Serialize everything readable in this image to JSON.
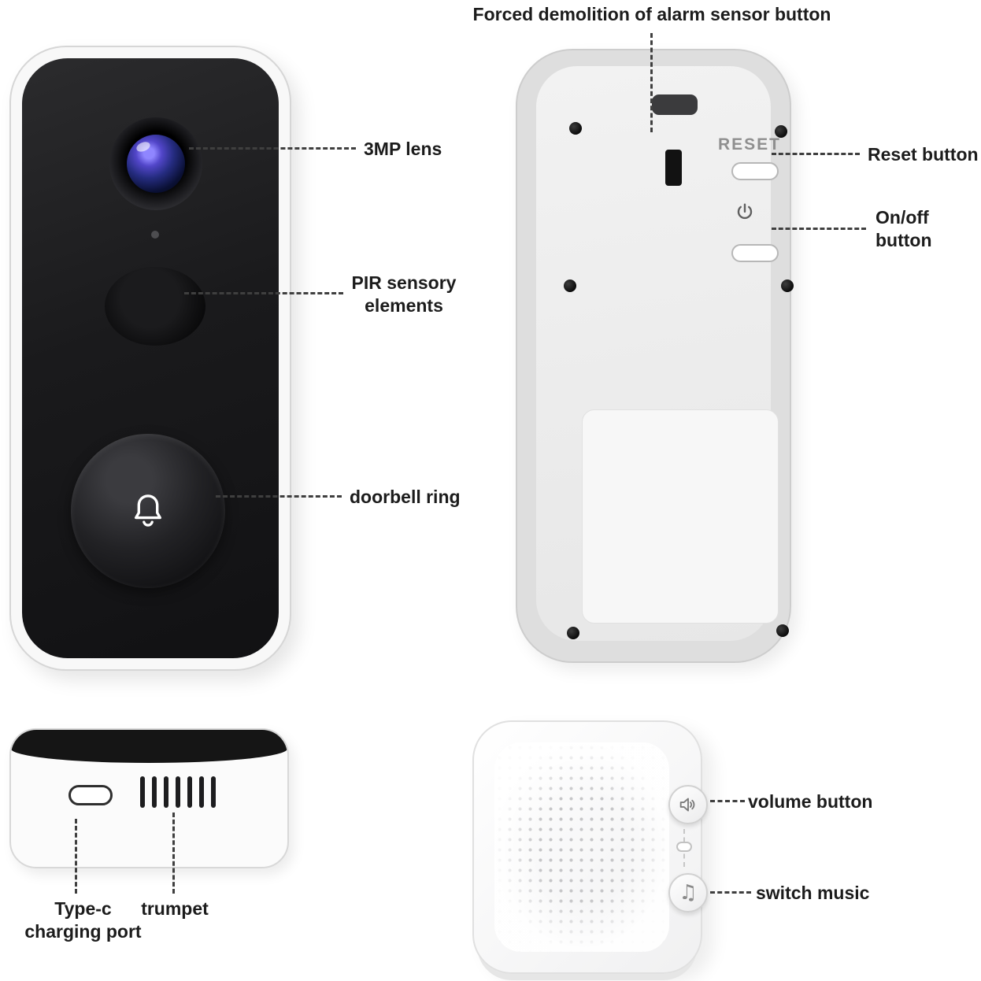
{
  "callouts": {
    "lens": "3MP lens",
    "pir": "PIR sensory elements",
    "doorbell_ring": "doorbell ring",
    "alarm_sensor": "Forced demolition of alarm sensor button",
    "reset": "Reset button",
    "on_off": "On/off button",
    "type_c": "Type-c charging port",
    "trumpet": "trumpet",
    "volume": "volume button",
    "switch_music": "switch music"
  },
  "device_text": {
    "reset_label": "RESET"
  },
  "glyphs": {
    "music_note": "♫"
  },
  "colors": {
    "background": "#ffffff",
    "device_black": "#1a1a1c",
    "shell_white": "#f8f8f8",
    "back_gray": "#dedede",
    "label_text": "#1c1c1c",
    "callout_line": "#3f3f3f"
  }
}
